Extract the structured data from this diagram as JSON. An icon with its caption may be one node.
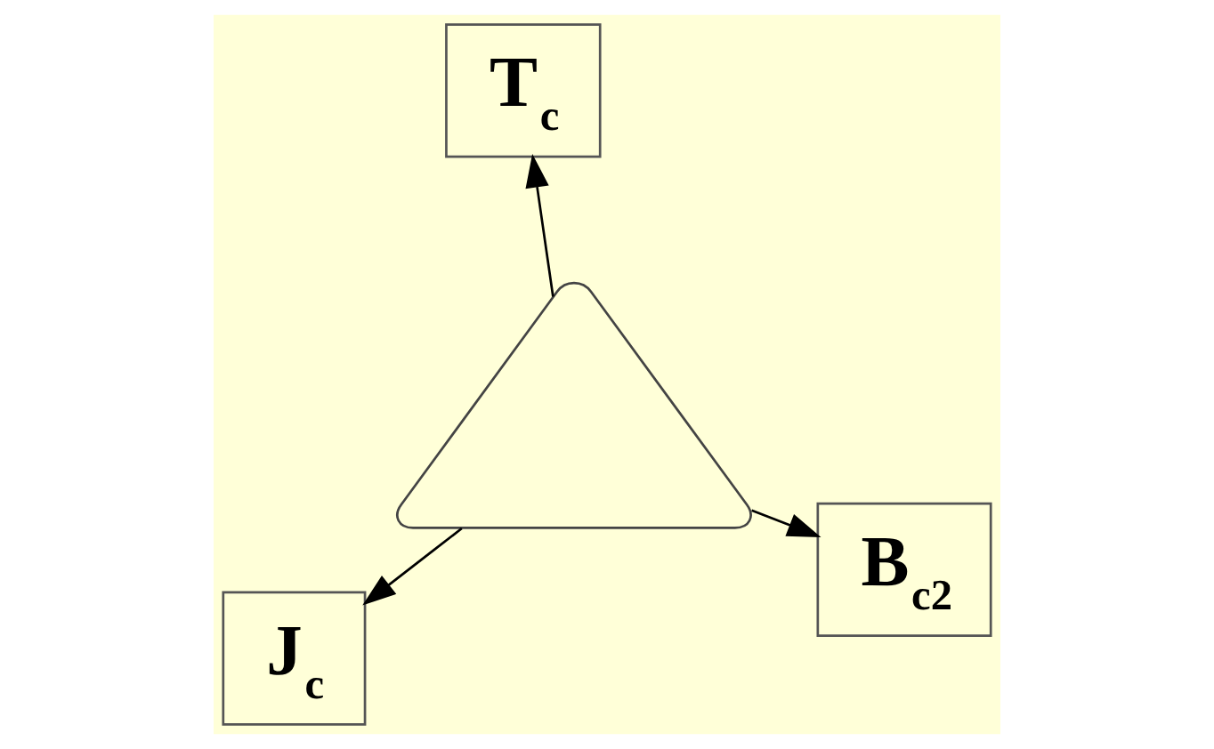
{
  "diagram": {
    "nodes": [
      {
        "text": [
          "J$_{c}$"
        ]
      },
      {
        "text": [
          "B$_{c2}$"
        ]
      },
      {
        "text": [],
        "shape": "triangle"
      },
      {
        "text": [
          "T$_{c}$"
        ]
      }
    ],
    "edges": [
      {
        "from": 2,
        "to": 0,
        "arrow": "to"
      },
      {
        "from": 2,
        "to": 1,
        "arrow": "to"
      },
      {
        "from": 2,
        "to": 3,
        "arrow": "to"
      }
    ]
  }
}
